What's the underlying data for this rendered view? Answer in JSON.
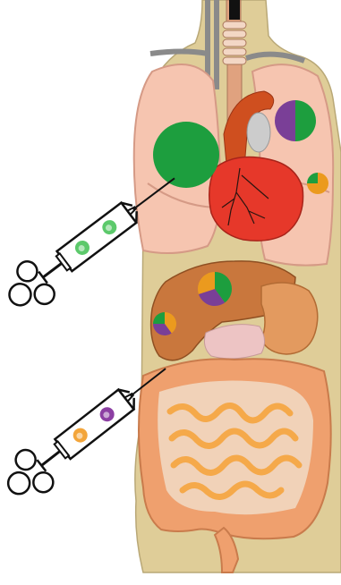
{
  "colors": {
    "background": "#ffffff",
    "torso": "#dfcd98",
    "torso_outline": "#b9a877",
    "lung": "#f6c5b0",
    "lung_outline": "#d59a86",
    "heart": "#e6382a",
    "aorta": "#cf4f1f",
    "liver": "#c9773d",
    "stomach": "#e39a5f",
    "pancreas": "#edc4c4",
    "intestine": "#efa06e",
    "small_intestine": "#f5a94a",
    "trachea": "#e0a27f",
    "vessels": "#8a8a8a",
    "tumor_green": "#1d9e3e",
    "tumor_purple": "#7a3f97",
    "tumor_orange": "#eb9a1e",
    "syringe_outline": "#111111",
    "syringe_fill": "#ffffff",
    "cell_green": "#5cc96b",
    "cell_purple": "#8c3fa3",
    "cell_orange": "#f3a53a"
  },
  "figure": {
    "organs": [
      "trachea",
      "left-lung",
      "right-lung",
      "heart",
      "aorta",
      "liver",
      "stomach",
      "pancreas",
      "small-intestine",
      "large-intestine"
    ],
    "lesions": [
      {
        "organ": "left-lung",
        "composition": [
          {
            "color": "tumor_green",
            "fraction": 1.0
          }
        ]
      },
      {
        "organ": "right-lung-upper",
        "composition": [
          {
            "color": "tumor_green",
            "fraction": 0.5
          },
          {
            "color": "tumor_purple",
            "fraction": 0.5
          }
        ]
      },
      {
        "organ": "right-lung-lower",
        "composition": [
          {
            "color": "tumor_orange",
            "fraction": 0.75
          },
          {
            "color": "tumor_green",
            "fraction": 0.25
          }
        ]
      },
      {
        "organ": "liver",
        "composition": [
          {
            "color": "tumor_green",
            "fraction": 0.4
          },
          {
            "color": "tumor_purple",
            "fraction": 0.3
          },
          {
            "color": "tumor_orange",
            "fraction": 0.3
          }
        ]
      },
      {
        "organ": "liver-lower",
        "composition": [
          {
            "color": "tumor_orange",
            "fraction": 0.4
          },
          {
            "color": "tumor_purple",
            "fraction": 0.35
          },
          {
            "color": "tumor_green",
            "fraction": 0.25
          }
        ]
      }
    ],
    "biopsies": [
      {
        "target": "left-lung",
        "cells": [
          "cell_green",
          "cell_green"
        ]
      },
      {
        "target": "liver-lower",
        "cells": [
          "cell_orange",
          "cell_purple"
        ]
      }
    ]
  }
}
